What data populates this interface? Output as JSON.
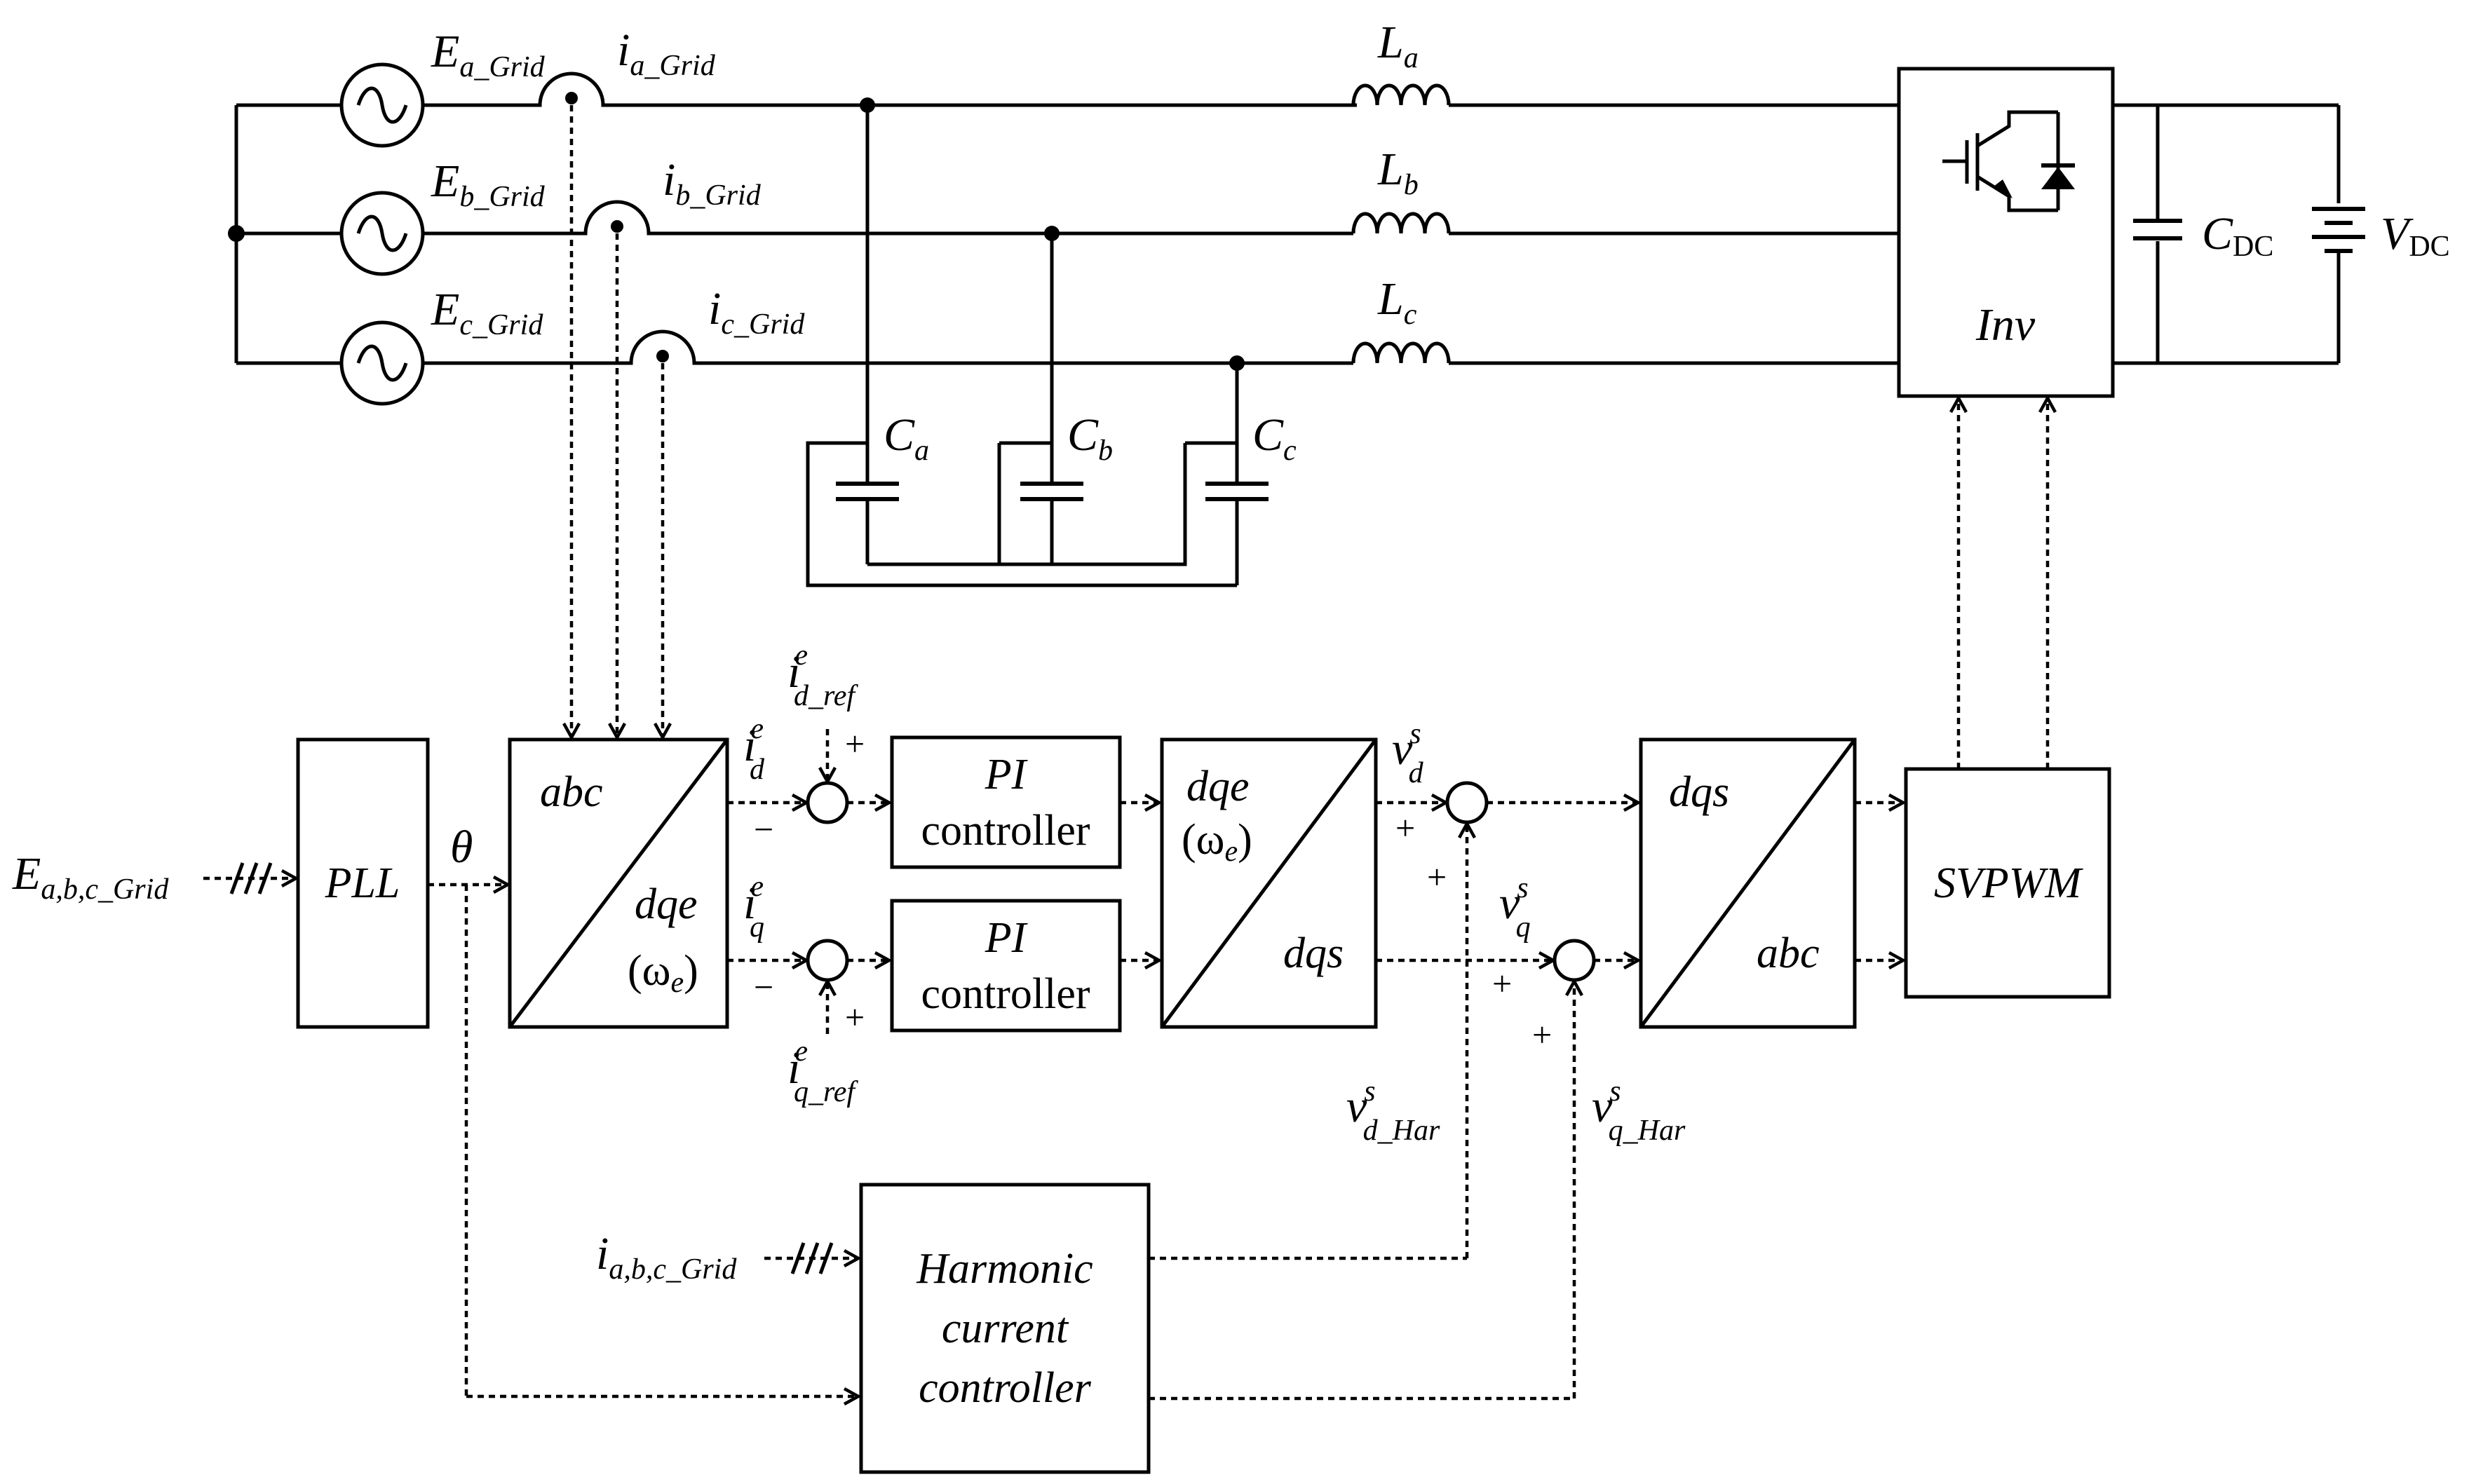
{
  "grid": {
    "sources": [
      {
        "main": "E",
        "sub": "a_Grid"
      },
      {
        "main": "E",
        "sub": "b_Grid"
      },
      {
        "main": "E",
        "sub": "c_Grid"
      }
    ],
    "currents": [
      {
        "main": "i",
        "sub": "a_Grid"
      },
      {
        "main": "i",
        "sub": "b_Grid"
      },
      {
        "main": "i",
        "sub": "c_Grid"
      }
    ],
    "inductors": [
      {
        "main": "L",
        "sub": "a"
      },
      {
        "main": "L",
        "sub": "b"
      },
      {
        "main": "L",
        "sub": "c"
      }
    ],
    "capacitors": [
      {
        "main": "C",
        "sub": "a"
      },
      {
        "main": "C",
        "sub": "b"
      },
      {
        "main": "C",
        "sub": "c"
      }
    ],
    "inverter_label": "Inv",
    "dc_cap": {
      "main": "C",
      "sub": "DC"
    },
    "dc_source": {
      "main": "V",
      "sub": "DC"
    }
  },
  "control": {
    "input_voltage": {
      "main": "E",
      "sub": "a,b,c_Grid"
    },
    "input_current": {
      "main": "i",
      "sub": "a,b,c_Grid"
    },
    "pll": "PLL",
    "theta": "θ",
    "abc_dqe": {
      "top": "abc",
      "bottom": "dqe",
      "omega": "(ω",
      "omega_sub": "e",
      "close": ")"
    },
    "pi_d": [
      "PI",
      "controller"
    ],
    "pi_q": [
      "PI",
      "controller"
    ],
    "dqe_dqs": {
      "top": "dqe",
      "omega": "(ω",
      "omega_sub": "e",
      "close": ")",
      "bottom": "dqs"
    },
    "dqs_abc": {
      "top": "dqs",
      "bottom": "abc"
    },
    "svpwm": "SVPWM",
    "harmonic": [
      "Harmonic",
      "current",
      "controller"
    ],
    "id": {
      "main": "i",
      "sup": "e",
      "sub": "d"
    },
    "iq": {
      "main": "i",
      "sup": "e",
      "sub": "q"
    },
    "id_ref": {
      "main": "i",
      "sup": "e",
      "sub": "d_ref"
    },
    "iq_ref": {
      "main": "i",
      "sup": "e",
      "sub": "q_ref"
    },
    "vd": {
      "main": "v",
      "sup": "s",
      "sub": "d"
    },
    "vq": {
      "main": "v",
      "sup": "s",
      "sub": "q"
    },
    "vd_har": {
      "main": "v",
      "sup": "s",
      "sub": "d_Har"
    },
    "vq_har": {
      "main": "v",
      "sup": "s",
      "sub": "q_Har"
    },
    "plus": "+",
    "minus": "−",
    "triple": "///"
  }
}
